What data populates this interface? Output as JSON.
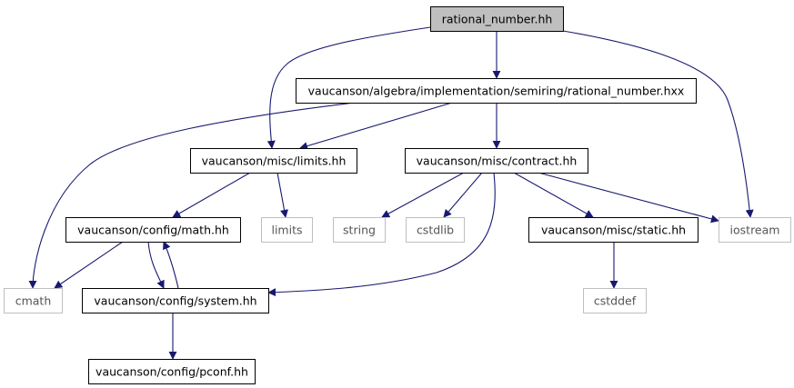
{
  "colors": {
    "edge": "#191970",
    "root_fill": "#bfbfbf",
    "node_border": "#000000",
    "external_border": "#bfbfbf",
    "external_text": "#555555",
    "text": "#000000"
  },
  "nodes": {
    "rational_number_hh": {
      "label": "rational_number.hh",
      "kind": "root"
    },
    "rational_number_hxx": {
      "label": "vaucanson/algebra/implementation/semiring/rational_number.hxx",
      "kind": "internal"
    },
    "limits_hh": {
      "label": "vaucanson/misc/limits.hh",
      "kind": "internal"
    },
    "contract_hh": {
      "label": "vaucanson/misc/contract.hh",
      "kind": "internal"
    },
    "math_hh": {
      "label": "vaucanson/config/math.hh",
      "kind": "internal"
    },
    "limits": {
      "label": "limits",
      "kind": "external"
    },
    "string": {
      "label": "string",
      "kind": "external"
    },
    "cstdlib": {
      "label": "cstdlib",
      "kind": "external"
    },
    "static_hh": {
      "label": "vaucanson/misc/static.hh",
      "kind": "internal"
    },
    "iostream": {
      "label": "iostream",
      "kind": "external"
    },
    "cmath": {
      "label": "cmath",
      "kind": "external"
    },
    "system_hh": {
      "label": "vaucanson/config/system.hh",
      "kind": "internal"
    },
    "cstddef": {
      "label": "cstddef",
      "kind": "external"
    },
    "pconf_hh": {
      "label": "vaucanson/config/pconf.hh",
      "kind": "internal"
    }
  },
  "edges": [
    {
      "from": "rational_number_hh",
      "to": "rational_number_hxx"
    },
    {
      "from": "rational_number_hh",
      "to": "limits_hh"
    },
    {
      "from": "rational_number_hh",
      "to": "iostream"
    },
    {
      "from": "rational_number_hxx",
      "to": "limits_hh"
    },
    {
      "from": "rational_number_hxx",
      "to": "contract_hh"
    },
    {
      "from": "rational_number_hxx",
      "to": "cmath"
    },
    {
      "from": "limits_hh",
      "to": "math_hh"
    },
    {
      "from": "limits_hh",
      "to": "limits"
    },
    {
      "from": "contract_hh",
      "to": "string"
    },
    {
      "from": "contract_hh",
      "to": "cstdlib"
    },
    {
      "from": "contract_hh",
      "to": "static_hh"
    },
    {
      "from": "contract_hh",
      "to": "iostream"
    },
    {
      "from": "contract_hh",
      "to": "system_hh"
    },
    {
      "from": "math_hh",
      "to": "cmath"
    },
    {
      "from": "math_hh",
      "to": "system_hh"
    },
    {
      "from": "system_hh",
      "to": "math_hh"
    },
    {
      "from": "system_hh",
      "to": "pconf_hh"
    },
    {
      "from": "static_hh",
      "to": "cstddef"
    }
  ]
}
